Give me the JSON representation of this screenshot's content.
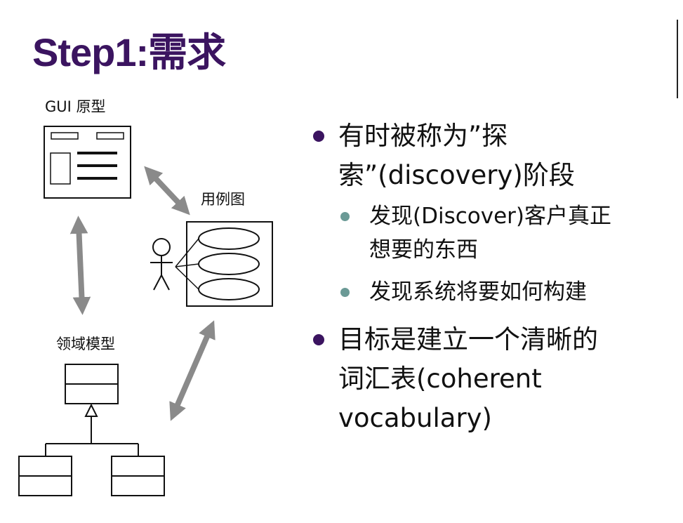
{
  "slide": {
    "title": "Step1:需求"
  },
  "diagram": {
    "gui_label": "GUI 原型",
    "usecase_label": "用例图",
    "domain_label": "领域模型"
  },
  "bullets": [
    {
      "level": 1,
      "lines": [
        "有时被称为”探",
        "索”(discovery)阶段"
      ]
    },
    {
      "level": 2,
      "lines": [
        "发现(Discover)客户真正",
        "想要的东西"
      ]
    },
    {
      "level": 2,
      "lines": [
        "发现系统将要如何构建"
      ]
    },
    {
      "level": 1,
      "lines": [
        "目标是建立一个清晰的",
        "词汇表(coherent",
        "vocabulary)"
      ]
    }
  ],
  "colors": {
    "title": "#3b1460",
    "bullet_level1": "#3b1460",
    "bullet_level2": "#6b9a96",
    "arrow": "#8a8a8a"
  }
}
